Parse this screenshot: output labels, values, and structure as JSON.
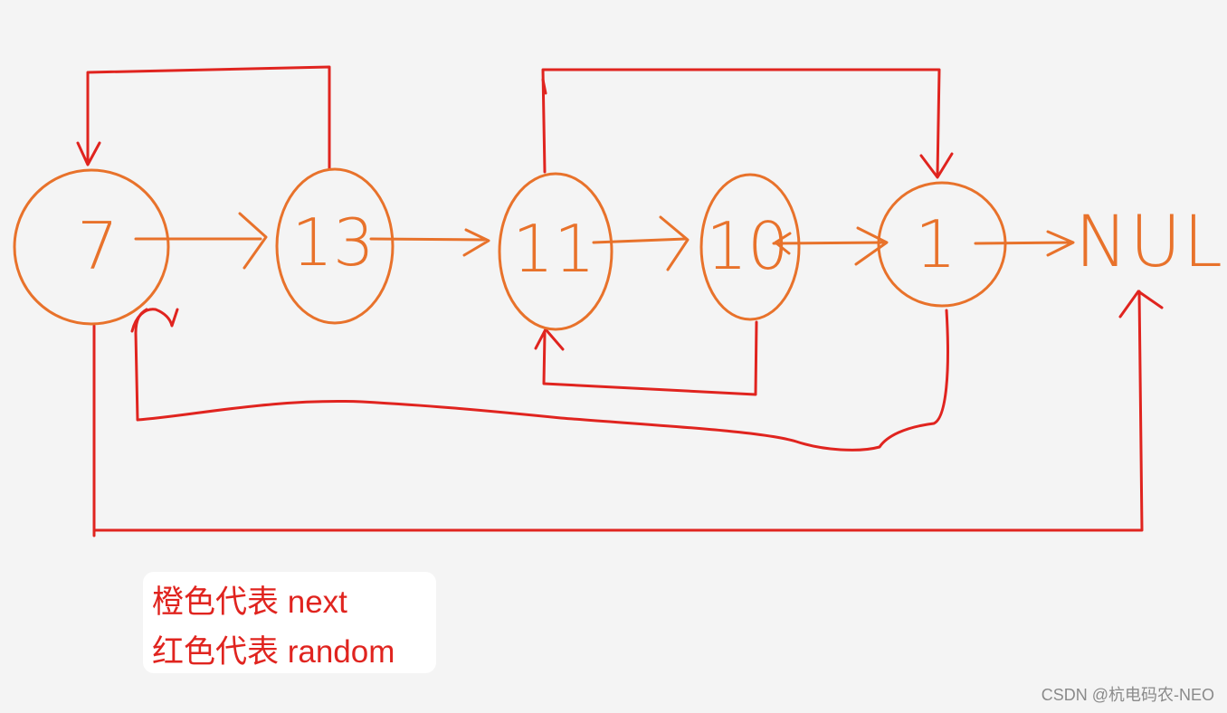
{
  "nodes": [
    {
      "id": "node-7",
      "label": "7"
    },
    {
      "id": "node-13",
      "label": "13"
    },
    {
      "id": "node-11",
      "label": "11"
    },
    {
      "id": "node-10",
      "label": "10"
    },
    {
      "id": "node-1",
      "label": "1"
    }
  ],
  "null_label": "NULL",
  "legend": {
    "next_line": "橙色代表 next",
    "random_line": "红色代表 random"
  },
  "watermark": "CSDN @杭电码农-NEO",
  "colors": {
    "next": "#e8722b",
    "random": "#e0241f",
    "background": "#f4f4f4"
  }
}
